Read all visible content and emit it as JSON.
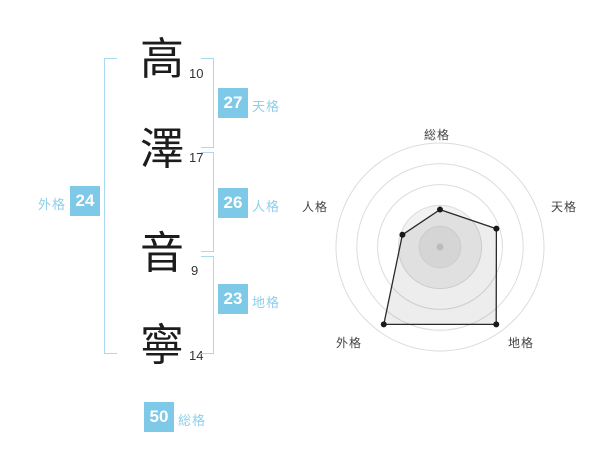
{
  "accent_color": "#7ec8e8",
  "label_color": "#8fcfec",
  "name_display": {
    "characters": [
      {
        "char": "高",
        "strokes": "10"
      },
      {
        "char": "澤",
        "strokes": "17"
      },
      {
        "char": "音",
        "strokes": "9"
      },
      {
        "char": "寧",
        "strokes": "14"
      }
    ]
  },
  "kaku": {
    "gaikaku": {
      "value": "24",
      "label": "外格"
    },
    "tenkaku": {
      "value": "27",
      "label": "天格"
    },
    "jinkaku": {
      "value": "26",
      "label": "人格"
    },
    "chikaku": {
      "value": "23",
      "label": "地格"
    },
    "soukaku": {
      "value": "50",
      "label": "総格"
    }
  },
  "chart_data": {
    "type": "radar",
    "title": "",
    "axes": [
      "総格",
      "天格",
      "地格",
      "外格",
      "人格"
    ],
    "values": [
      36,
      57,
      92,
      92,
      38
    ],
    "max": 100,
    "rings": 5,
    "grid": "concentric-circles",
    "legend": "none",
    "polygon_fill": "rgba(0,0,0,0.07)",
    "polygon_stroke": "#2a2a2a",
    "ring_stroke": "#dcdcdc",
    "center_dot_color": "#b8bfb8"
  }
}
